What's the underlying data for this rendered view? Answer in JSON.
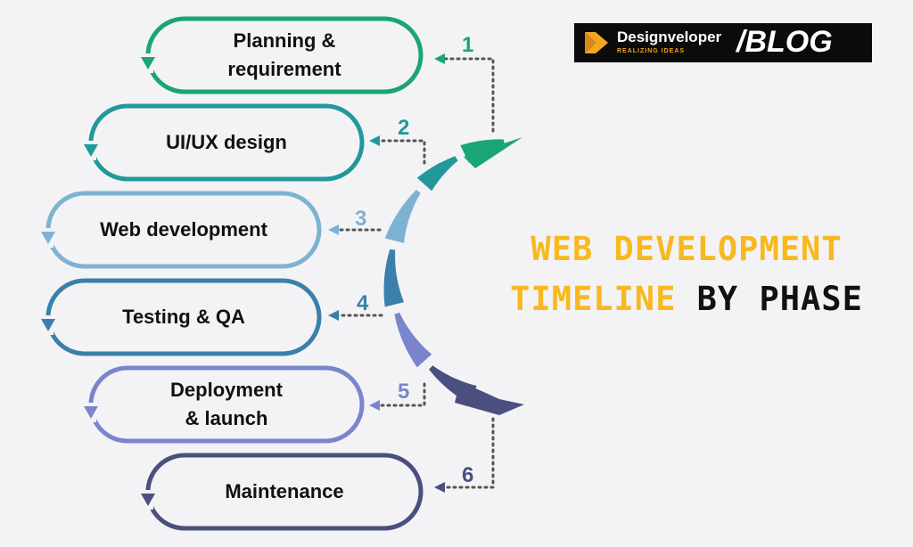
{
  "phases": [
    {
      "number": "1",
      "label_lines": [
        "Planning &",
        "requirement"
      ],
      "color": "#1aa574"
    },
    {
      "number": "2",
      "label_lines": [
        "UI/UX design"
      ],
      "color": "#21999b"
    },
    {
      "number": "3",
      "label_lines": [
        "Web development"
      ],
      "color": "#7fb2d2"
    },
    {
      "number": "4",
      "label_lines": [
        "Testing & QA"
      ],
      "color": "#3a80ab"
    },
    {
      "number": "5",
      "label_lines": [
        "Deployment",
        "& launch"
      ],
      "color": "#7a85cc"
    },
    {
      "number": "6",
      "label_lines": [
        "Maintenance"
      ],
      "color": "#4a4f7f"
    }
  ],
  "title": {
    "line1": "WEB DEVELOPMENT",
    "line2_highlight": "TIMELINE",
    "line2_rest": "BY PHASE",
    "highlight_color": "#f8b81f",
    "text_color": "#111111"
  },
  "logo": {
    "brand": "Designveloper",
    "tagline": "REALIZING IDEAS",
    "blog": "/BLOG"
  }
}
